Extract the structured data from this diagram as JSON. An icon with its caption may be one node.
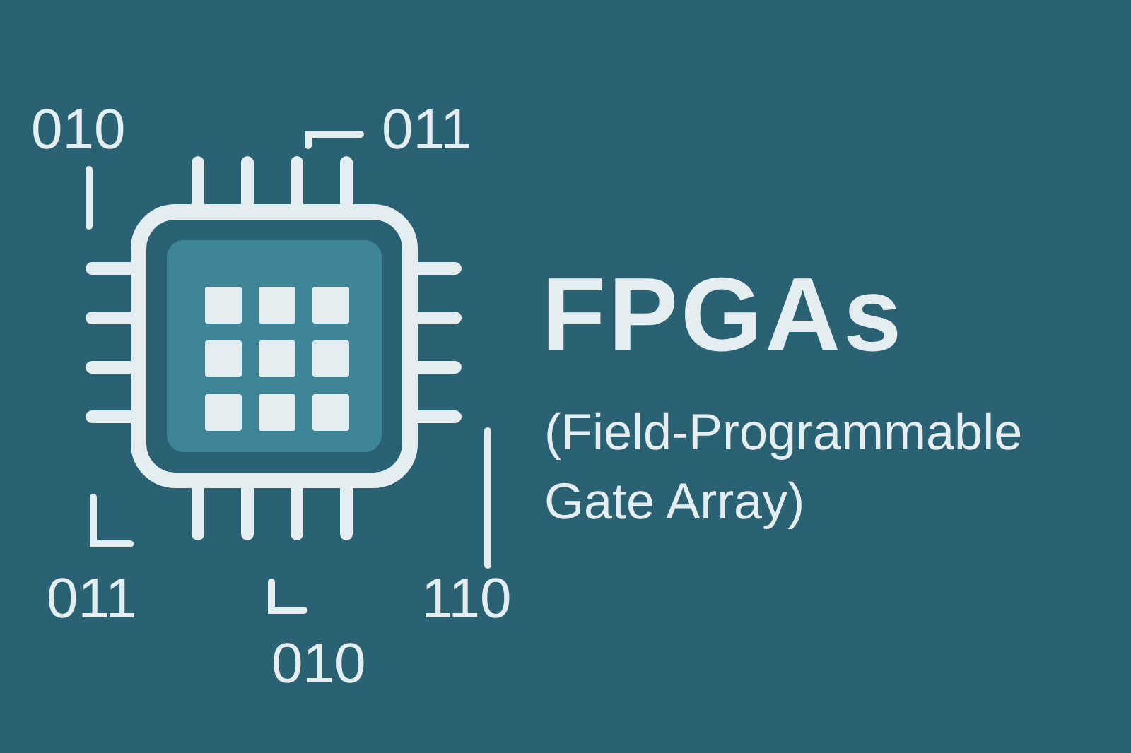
{
  "diagram": {
    "title": "FPGAs",
    "labels": [
      "010",
      "011",
      "(Field-Programmable Gate Array)",
      "011",
      "110",
      "010"
    ]
  }
}
